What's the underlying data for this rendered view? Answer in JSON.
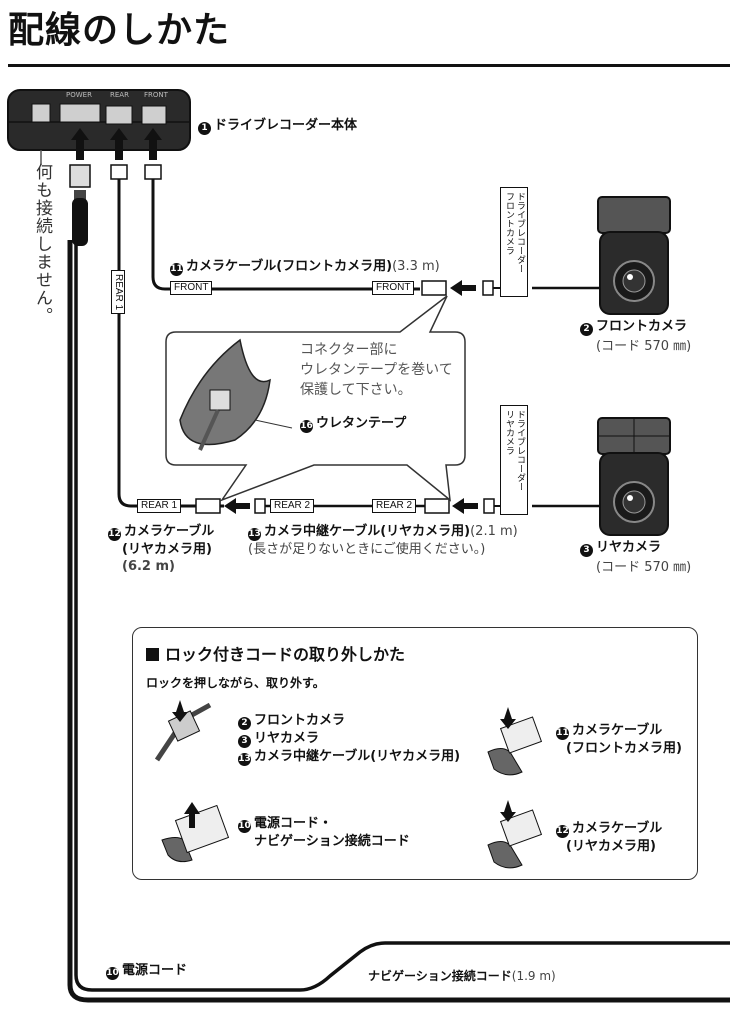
{
  "page": {
    "title": "配線のしかた"
  },
  "recorder": {
    "label_num": "1",
    "label": "ドライブレコーダー本体",
    "ports": [
      "POWER",
      "REAR",
      "FRONT"
    ],
    "unused_port_note": "何も接続しません。"
  },
  "front_cable": {
    "num": "11",
    "label": "カメラケーブル(フロントカメラ用)",
    "length": "(3.3 m)",
    "tag_left": "FRONT",
    "tag_right": "FRONT"
  },
  "front_camera": {
    "num": "2",
    "label": "フロントカメラ",
    "cord": "(コード 570 ㎜)",
    "flag_line1": "ドライブレコーダー",
    "flag_line2": "フロントカメラ"
  },
  "bubble": {
    "instruction": [
      "コネクター部に",
      "ウレタンテープを巻いて",
      "保護して下さい。"
    ],
    "tape_num": "16",
    "tape_label": "ウレタンテープ"
  },
  "rear_cable": {
    "num": "12",
    "label_line1": "カメラケーブル",
    "label_line2": "(リヤカメラ用)",
    "length": "(6.2 m)",
    "tag_vertical": "REAR 1",
    "tag_bottom": "REAR 1"
  },
  "relay_cable": {
    "num": "13",
    "label": "カメラ中継ケーブル(リヤカメラ用)",
    "length": "(2.1 m)",
    "note": "(長さが足りないときにご使用ください。)",
    "tag_left": "REAR 2",
    "tag_right": "REAR 2"
  },
  "rear_camera": {
    "num": "3",
    "label": "リヤカメラ",
    "cord": "(コード 570 ㎜)",
    "flag_line1": "ドライブレコーダー",
    "flag_line2": "リヤカメラ"
  },
  "lock_section": {
    "title": "ロック付きコードの取り外しかた",
    "description": "ロックを押しながら、取り外す。",
    "group1": [
      {
        "num": "2",
        "label": "フロントカメラ"
      },
      {
        "num": "3",
        "label": "リヤカメラ"
      },
      {
        "num": "13",
        "label": "カメラ中継ケーブル(リヤカメラ用)"
      }
    ],
    "group2": {
      "num": "11",
      "line1": "カメラケーブル",
      "line2": "(フロントカメラ用)"
    },
    "group3": {
      "num": "10",
      "line1": "電源コード・",
      "line2": "ナビゲーション接続コード"
    },
    "group4": {
      "num": "12",
      "line1": "カメラケーブル",
      "line2": "(リヤカメラ用)"
    }
  },
  "power_cord": {
    "num": "10",
    "label": "電源コード",
    "nav_label": "ナビゲーション接続コード",
    "nav_length": "(1.9 m)"
  }
}
